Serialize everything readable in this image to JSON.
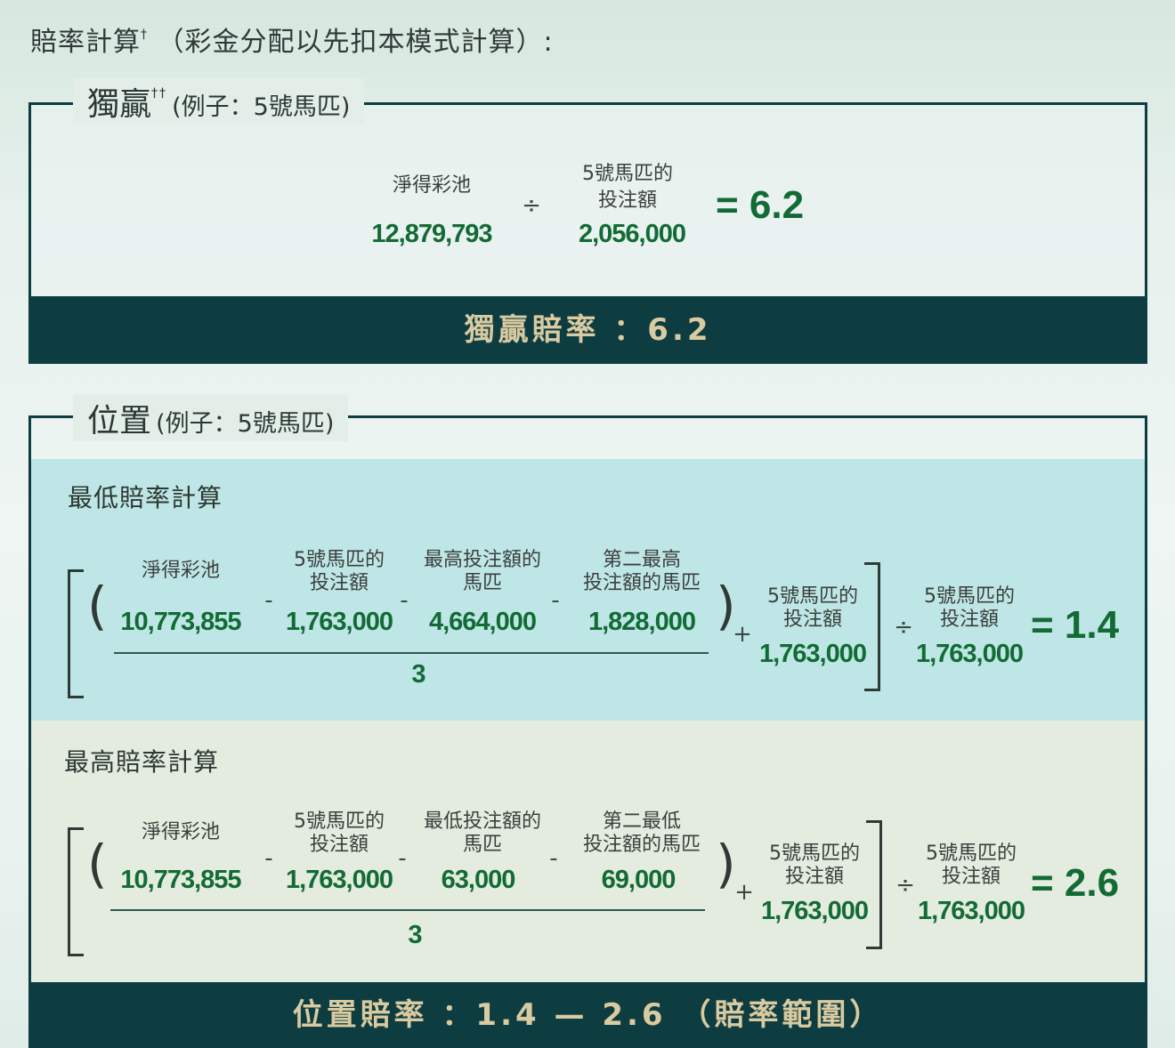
{
  "title": {
    "text": "賠率計算",
    "mark": "†",
    "subtitle": "（彩金分配以先扣本模式計算）:"
  },
  "win": {
    "heading": "獨贏",
    "mark": "††",
    "example": "(例子：5號馬匹)",
    "pool_label": "淨得彩池",
    "pool_value": "12,879,793",
    "divide": "÷",
    "bet_label_1": "5號馬匹的",
    "bet_label_2": "投注額",
    "bet_value": "2,056,000",
    "result": "= 6.2",
    "bar_text": "獨贏賠率 ：6.2"
  },
  "place": {
    "heading": "位置",
    "example": "(例子：5號馬匹)",
    "low": {
      "title": "最低賠率計算",
      "pool_label": "淨得彩池",
      "pool_value": "10,773,855",
      "minus": "-",
      "bet_label_1": "5號馬匹的",
      "bet_label_2": "投注額",
      "bet_value": "1,763,000",
      "third_label_1": "最高投注額的",
      "third_label_2": "馬匹",
      "third_value": "4,664,000",
      "fourth_label_1": "第二最高",
      "fourth_label_2": "投注額的馬匹",
      "fourth_value": "1,828,000",
      "denominator": "3",
      "plus": "+",
      "add_label_1": "5號馬匹的",
      "add_label_2": "投注額",
      "add_value": "1,763,000",
      "divide": "÷",
      "div_label_1": "5號馬匹的",
      "div_label_2": "投注額",
      "div_value": "1,763,000",
      "result": "= 1.4"
    },
    "high": {
      "title": "最高賠率計算",
      "pool_label": "淨得彩池",
      "pool_value": "10,773,855",
      "minus": "-",
      "bet_label_1": "5號馬匹的",
      "bet_label_2": "投注額",
      "bet_value": "1,763,000",
      "third_label_1": "最低投注額的",
      "third_label_2": "馬匹",
      "third_value": "63,000",
      "fourth_label_1": "第二最低",
      "fourth_label_2": "投注額的馬匹",
      "fourth_value": "69,000",
      "denominator": "3",
      "plus": "+",
      "add_label_1": "5號馬匹的",
      "add_label_2": "投注額",
      "add_value": "1,763,000",
      "divide": "÷",
      "div_label_1": "5號馬匹的",
      "div_label_2": "投注額",
      "div_value": "1,763,000",
      "result": "= 2.6"
    },
    "bar_text": "位置賠率 ：1.4 — 2.6 （賠率範圍）"
  }
}
